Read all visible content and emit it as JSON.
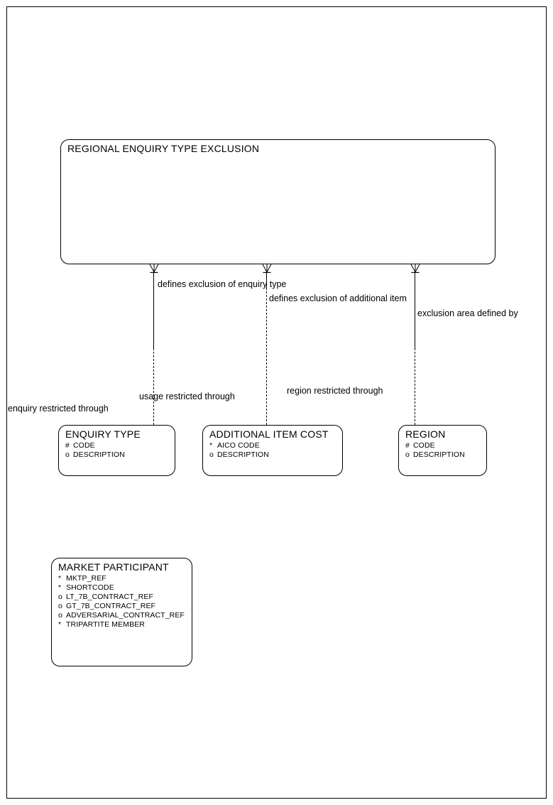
{
  "diagram": {
    "type": "entity-relationship-diagram",
    "background_color": "#ffffff",
    "line_color": "#000000",
    "page_border": true
  },
  "entities": [
    {
      "id": "regional-enquiry-type-exclusion",
      "title": "REGIONAL ENQUIRY TYPE EXCLUSION",
      "attributes": []
    },
    {
      "id": "enquiry-type",
      "title": "ENQUIRY TYPE",
      "attributes": [
        {
          "marker": "#",
          "name": "CODE"
        },
        {
          "marker": "o",
          "name": "DESCRIPTION"
        }
      ]
    },
    {
      "id": "additional-item-cost",
      "title": "ADDITIONAL ITEM COST",
      "attributes": [
        {
          "marker": "*",
          "name": "AICO CODE"
        },
        {
          "marker": "o",
          "name": "DESCRIPTION"
        }
      ]
    },
    {
      "id": "region",
      "title": "REGION",
      "attributes": [
        {
          "marker": "#",
          "name": "CODE"
        },
        {
          "marker": "o",
          "name": "DESCRIPTION"
        }
      ]
    },
    {
      "id": "market-participant",
      "title": "MARKET PARTICIPANT",
      "attributes": [
        {
          "marker": "*",
          "name": "MKTP_REF"
        },
        {
          "marker": "*",
          "name": "SHORTCODE"
        },
        {
          "marker": "o",
          "name": "LT_7B_CONTRACT_REF"
        },
        {
          "marker": "o",
          "name": "GT_7B_CONTRACT_REF"
        },
        {
          "marker": "o",
          "name": "ADVERSARIAL_CONTRACT_REF"
        },
        {
          "marker": "*",
          "name": "TRIPARTITE MEMBER"
        }
      ]
    }
  ],
  "relationships": [
    {
      "id": "rel-enquiry-type",
      "from": "regional-enquiry-type-exclusion",
      "to": "enquiry-type",
      "label_top": "defines exclusion of enquiry type",
      "label_bottom": "enquiry restricted through"
    },
    {
      "id": "rel-additional-item",
      "from": "regional-enquiry-type-exclusion",
      "to": "additional-item-cost",
      "label_top": "defines exclusion of additional item",
      "label_bottom": "usage restricted through"
    },
    {
      "id": "rel-region",
      "from": "regional-enquiry-type-exclusion",
      "to": "region",
      "label_top": "exclusion area defined by",
      "label_bottom": "region restricted through"
    }
  ],
  "labels": {
    "defines_enquiry_type": "defines exclusion of enquiry type",
    "defines_additional_item": "defines exclusion of additional item",
    "exclusion_area": "exclusion area defined by",
    "enquiry_restricted": "enquiry restricted through",
    "usage_restricted": "usage restricted through",
    "region_restricted": "region restricted through"
  }
}
